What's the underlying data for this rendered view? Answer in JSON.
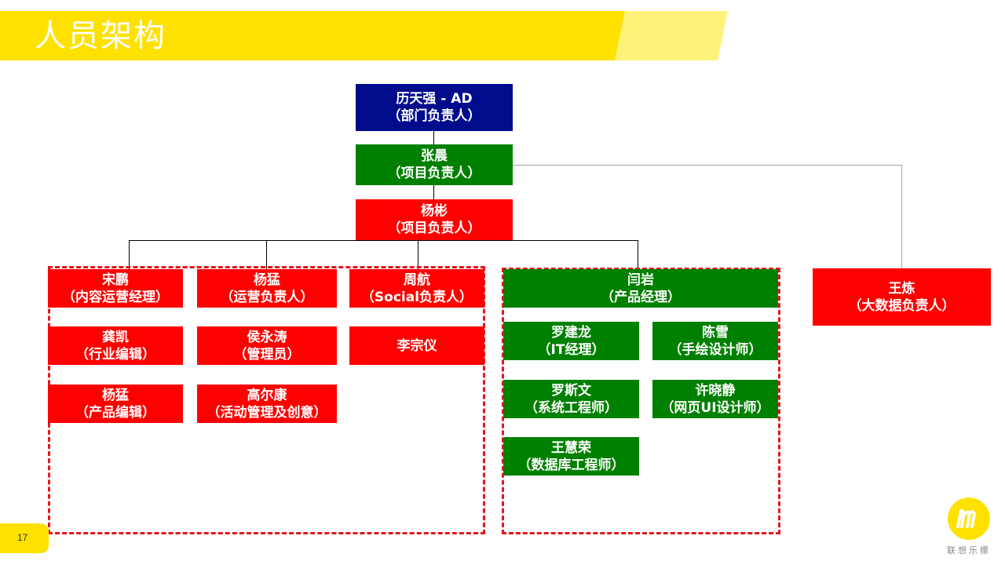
{
  "slide": {
    "title": "人员架构",
    "page_number": "17",
    "logo_caption": "联想乐檬",
    "colors": {
      "banner": "#FFE100",
      "navy": "#000C8C",
      "green": "#008000",
      "red": "#FF0000",
      "dashed_border": "#E8141B"
    }
  },
  "org": {
    "head": {
      "line1": "历天强 - AD",
      "line2": "（部门负责人）"
    },
    "level2": {
      "line1": "张晨",
      "line2": "（项目负责人）"
    },
    "level3": {
      "line1": "杨彬",
      "line2": "（项目负责人）"
    },
    "bigdata": {
      "line1": "王炼",
      "line2": "（大数据负责人）"
    },
    "operations": [
      {
        "line1": "宋鹏",
        "line2": "（内容运营经理）"
      },
      {
        "line1": "杨猛",
        "line2": "（运营负责人）"
      },
      {
        "line1": "周航",
        "line2": "（Social负责人）"
      },
      {
        "line1": "龚凯",
        "line2": "（行业编辑）"
      },
      {
        "line1": "侯永涛",
        "line2": "（管理员）"
      },
      {
        "line1": "李宗仪",
        "line2": ""
      },
      {
        "line1": "杨猛",
        "line2": "（产品编辑）"
      },
      {
        "line1": "高尔康",
        "line2": "（活动管理及创意）"
      }
    ],
    "product": [
      {
        "line1": "闫岩",
        "line2": "（产品经理）"
      },
      {
        "line1": "罗建龙",
        "line2": "（IT经理）"
      },
      {
        "line1": "陈雪",
        "line2": "（手绘设计师）"
      },
      {
        "line1": "罗斯文",
        "line2": "（系统工程师）"
      },
      {
        "line1": "许晓静",
        "line2": "（网页UI设计师）"
      },
      {
        "line1": "王慧荣",
        "line2": "（数据库工程师）"
      }
    ]
  }
}
